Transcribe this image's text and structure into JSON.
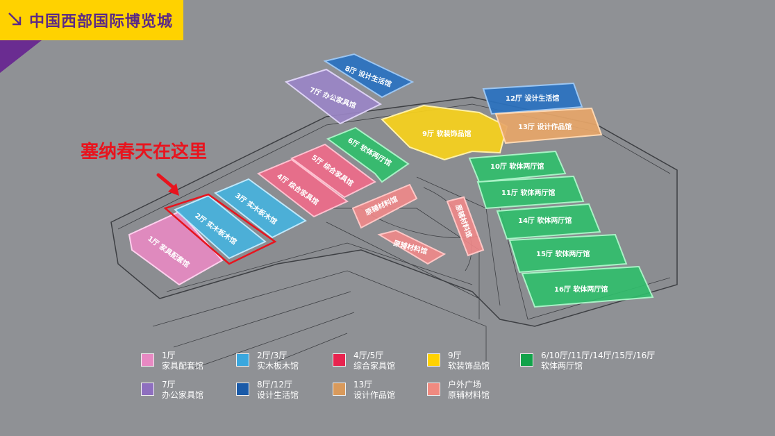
{
  "header": {
    "title": "中国西部国际博览城"
  },
  "annotation": {
    "text": "塞纳春天在这里"
  },
  "halls": [
    {
      "id": "h1",
      "label": "1厅 家具配套馆",
      "color": "#e889c3"
    },
    {
      "id": "h2",
      "label": "2厅 实木板木馆",
      "color": "#45b2df"
    },
    {
      "id": "h3",
      "label": "3厅 实木板木馆",
      "color": "#45b2df"
    },
    {
      "id": "h4",
      "label": "4厅 综合家具馆",
      "color": "#f06a8a"
    },
    {
      "id": "h5",
      "label": "5厅 综合家具馆",
      "color": "#f06a8a"
    },
    {
      "id": "h6",
      "label": "6厅 软体两厅馆",
      "color": "#2fbf6c"
    },
    {
      "id": "h7",
      "label": "7厅 办公家具馆",
      "color": "#9a86c6"
    },
    {
      "id": "h8",
      "label": "8厅 设计生活馆",
      "color": "#2a72c0"
    },
    {
      "id": "h9",
      "label": "9厅 软装饰品馆",
      "color": "#f7d11c"
    },
    {
      "id": "h10",
      "label": "10厅 软体两厅馆",
      "color": "#2fbf6c"
    },
    {
      "id": "h11",
      "label": "11厅 软体两厅馆",
      "color": "#2fbf6c"
    },
    {
      "id": "h12",
      "label": "12厅 设计生活馆",
      "color": "#2a72c0"
    },
    {
      "id": "h13",
      "label": "13厅 设计作品馆",
      "color": "#e7a669"
    },
    {
      "id": "h14",
      "label": "14厅 软体两厅馆",
      "color": "#2fbf6c"
    },
    {
      "id": "h15",
      "label": "15厅 软体两厅馆",
      "color": "#2fbf6c"
    },
    {
      "id": "h16",
      "label": "16厅 软体两厅馆",
      "color": "#2fbf6c"
    },
    {
      "id": "o1",
      "label": "原辅材料馆",
      "color": "#f0888a"
    },
    {
      "id": "o2",
      "label": "原辅材料馆",
      "color": "#f0888a"
    },
    {
      "id": "o3",
      "label": "原辅材料馆",
      "color": "#f0888a"
    }
  ],
  "legend": [
    {
      "line1": "1厅",
      "line2": "家具配套馆",
      "color": "#e889c3"
    },
    {
      "line1": "2厅/3厅",
      "line2": "实木板木馆",
      "color": "#3aa7de"
    },
    {
      "line1": "4厅/5厅",
      "line2": "综合家具馆",
      "color": "#e8244f"
    },
    {
      "line1": "9厅",
      "line2": "软装饰品馆",
      "color": "#ffd200"
    },
    {
      "line1": "6/10厅/11厅/14厅/15厅/16厅",
      "line2": "软体两厅馆",
      "color": "#12a24a"
    },
    {
      "line1": "7厅",
      "line2": "办公家具馆",
      "color": "#8e6fbf"
    },
    {
      "line1": "8厅/12厅",
      "line2": "设计生活馆",
      "color": "#1a5aa8"
    },
    {
      "line1": "13厅",
      "line2": "设计作品馆",
      "color": "#d99a5c"
    },
    {
      "line1": "户外广场",
      "line2": "原辅材料馆",
      "color": "#f08a80"
    }
  ]
}
